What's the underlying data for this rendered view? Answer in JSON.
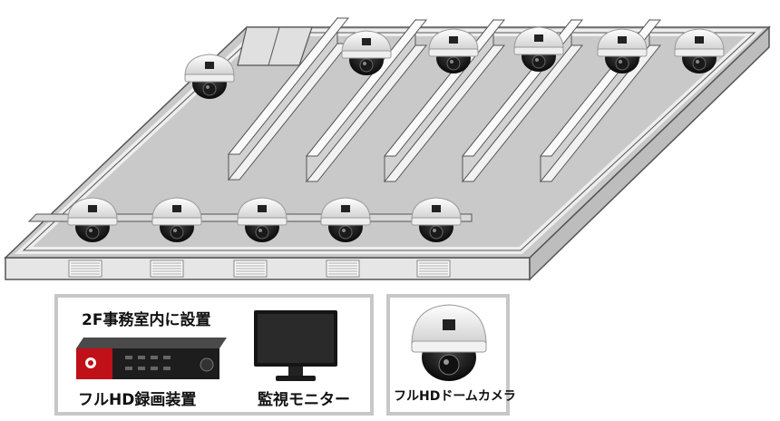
{
  "diagram": {
    "camera_icon": "dome-camera-icon",
    "recorder_icon": "dvr-recorder-icon",
    "monitor_icon": "lcd-monitor-icon",
    "colors": {
      "floor": "#c9c9c9",
      "wall": "#d8d8d8",
      "outline": "#555555",
      "panel_border": "#c7c7c7",
      "recorder_red": "#c01018"
    }
  },
  "legend": {
    "installation_note": "2F事務室内に設置",
    "recorder_label": "フルHD録画装置",
    "monitor_label": "監視モニター",
    "camera_label": "フルHDドームカメラ"
  }
}
